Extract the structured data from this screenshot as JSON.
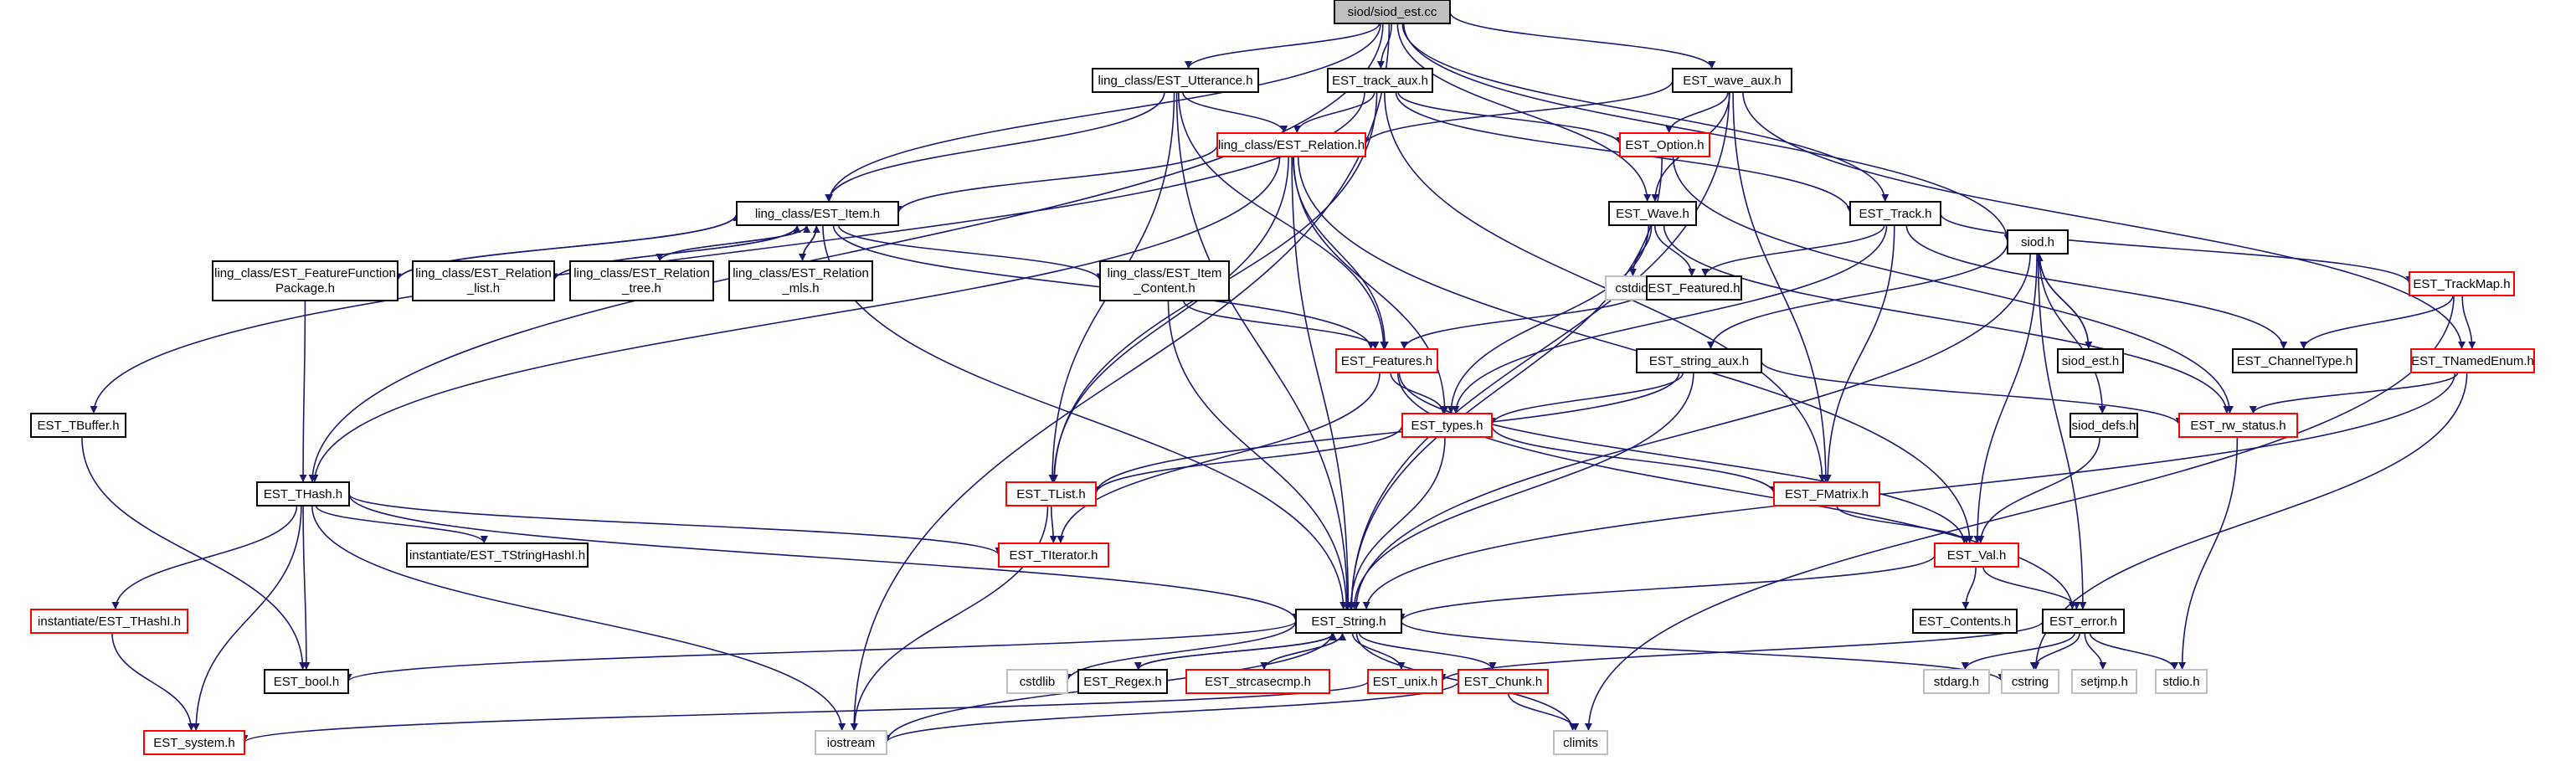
{
  "colors": {
    "edge": "#191970",
    "broken_link": "#ff0000",
    "system_header": "#bfbfbf",
    "root_fill": "#bfbfbf"
  },
  "nodes": [
    {
      "id": "root",
      "label": "siod/siod_est.cc",
      "kind": "root"
    },
    {
      "id": "utt",
      "label": "ling_class/EST_Utterance.h",
      "kind": "ok"
    },
    {
      "id": "trackaux",
      "label": "EST_track_aux.h",
      "kind": "ok"
    },
    {
      "id": "waveaux",
      "label": "EST_wave_aux.h",
      "kind": "ok"
    },
    {
      "id": "relation",
      "label": "ling_class/EST_Relation.h",
      "kind": "red"
    },
    {
      "id": "option",
      "label": "EST_Option.h",
      "kind": "red"
    },
    {
      "id": "item",
      "label": "ling_class/EST_Item.h",
      "kind": "ok"
    },
    {
      "id": "wave",
      "label": "EST_Wave.h",
      "kind": "ok"
    },
    {
      "id": "track",
      "label": "EST_Track.h",
      "kind": "ok"
    },
    {
      "id": "featfunc",
      "label": "ling_class/EST_FeatureFunction",
      "label2": "Package.h",
      "kind": "ok"
    },
    {
      "id": "rellist",
      "label": "ling_class/EST_Relation",
      "label2": "_list.h",
      "kind": "ok"
    },
    {
      "id": "reltree",
      "label": "ling_class/EST_Relation",
      "label2": "_tree.h",
      "kind": "ok"
    },
    {
      "id": "relmls",
      "label": "ling_class/EST_Relation",
      "label2": "_mls.h",
      "kind": "ok"
    },
    {
      "id": "itemcontent",
      "label": "ling_class/EST_Item",
      "label2": "_Content.h",
      "kind": "ok"
    },
    {
      "id": "cstdio",
      "label": "cstdio",
      "kind": "gray"
    },
    {
      "id": "featured",
      "label": "EST_Featured.h",
      "kind": "ok"
    },
    {
      "id": "siodh",
      "label": "siod.h",
      "kind": "ok"
    },
    {
      "id": "trackmap",
      "label": "EST_TrackMap.h",
      "kind": "red"
    },
    {
      "id": "siodest",
      "label": "siod_est.h",
      "kind": "ok"
    },
    {
      "id": "channeltype",
      "label": "EST_ChannelType.h",
      "kind": "ok"
    },
    {
      "id": "tnamedenum",
      "label": "EST_TNamedEnum.h",
      "kind": "red"
    },
    {
      "id": "features",
      "label": "EST_Features.h",
      "kind": "red"
    },
    {
      "id": "stringaux",
      "label": "EST_string_aux.h",
      "kind": "ok"
    },
    {
      "id": "tbuffer",
      "label": "EST_TBuffer.h",
      "kind": "ok"
    },
    {
      "id": "types",
      "label": "EST_types.h",
      "kind": "red"
    },
    {
      "id": "sioddefs",
      "label": "siod_defs.h",
      "kind": "ok"
    },
    {
      "id": "rwstatus",
      "label": "EST_rw_status.h",
      "kind": "red"
    },
    {
      "id": "thash",
      "label": "EST_THash.h",
      "kind": "ok"
    },
    {
      "id": "tlist",
      "label": "EST_TList.h",
      "kind": "red"
    },
    {
      "id": "fmatrix",
      "label": "EST_FMatrix.h",
      "kind": "red"
    },
    {
      "id": "tstringhash",
      "label": "instantiate/EST_TStringHashI.h",
      "kind": "ok"
    },
    {
      "id": "titerator",
      "label": "EST_TIterator.h",
      "kind": "red"
    },
    {
      "id": "val",
      "label": "EST_Val.h",
      "kind": "red"
    },
    {
      "id": "instthash",
      "label": "instantiate/EST_THashI.h",
      "kind": "red"
    },
    {
      "id": "string",
      "label": "EST_String.h",
      "kind": "ok"
    },
    {
      "id": "contents",
      "label": "EST_Contents.h",
      "kind": "ok"
    },
    {
      "id": "error",
      "label": "EST_error.h",
      "kind": "ok"
    },
    {
      "id": "bool",
      "label": "EST_bool.h",
      "kind": "ok"
    },
    {
      "id": "cstdlib",
      "label": "cstdlib",
      "kind": "gray"
    },
    {
      "id": "regex",
      "label": "EST_Regex.h",
      "kind": "ok"
    },
    {
      "id": "strcasecmp",
      "label": "EST_strcasecmp.h",
      "kind": "red"
    },
    {
      "id": "unix",
      "label": "EST_unix.h",
      "kind": "red"
    },
    {
      "id": "chunk",
      "label": "EST_Chunk.h",
      "kind": "red"
    },
    {
      "id": "stdarg",
      "label": "stdarg.h",
      "kind": "gray"
    },
    {
      "id": "cstring",
      "label": "cstring",
      "kind": "gray"
    },
    {
      "id": "setjmp",
      "label": "setjmp.h",
      "kind": "gray"
    },
    {
      "id": "stdio",
      "label": "stdio.h",
      "kind": "gray"
    },
    {
      "id": "system",
      "label": "EST_system.h",
      "kind": "red"
    },
    {
      "id": "iostream",
      "label": "iostream",
      "kind": "gray"
    },
    {
      "id": "climits",
      "label": "climits",
      "kind": "gray"
    }
  ],
  "edges": [
    [
      "root",
      "utt"
    ],
    [
      "root",
      "trackaux"
    ],
    [
      "root",
      "waveaux"
    ],
    [
      "root",
      "item"
    ],
    [
      "root",
      "wave"
    ],
    [
      "root",
      "track"
    ],
    [
      "root",
      "siodh"
    ],
    [
      "root",
      "thash"
    ],
    [
      "root",
      "iostream"
    ],
    [
      "utt",
      "relation"
    ],
    [
      "utt",
      "item"
    ],
    [
      "utt",
      "features"
    ],
    [
      "utt",
      "tlist"
    ],
    [
      "utt",
      "string"
    ],
    [
      "trackaux",
      "relation"
    ],
    [
      "trackaux",
      "option"
    ],
    [
      "trackaux",
      "track"
    ],
    [
      "trackaux",
      "fmatrix"
    ],
    [
      "trackaux",
      "tlist"
    ],
    [
      "trackaux",
      "tbuffer"
    ],
    [
      "waveaux",
      "relation"
    ],
    [
      "waveaux",
      "option"
    ],
    [
      "waveaux",
      "wave"
    ],
    [
      "waveaux",
      "tnamedenum"
    ],
    [
      "waveaux",
      "fmatrix"
    ],
    [
      "waveaux",
      "string"
    ],
    [
      "relation",
      "item"
    ],
    [
      "relation",
      "features"
    ],
    [
      "relation",
      "types"
    ],
    [
      "relation",
      "tlist"
    ],
    [
      "relation",
      "thash"
    ],
    [
      "relation",
      "string"
    ],
    [
      "relation",
      "val"
    ],
    [
      "option",
      "string"
    ],
    [
      "option",
      "rwstatus"
    ],
    [
      "item",
      "featfunc"
    ],
    [
      "item",
      "rellist"
    ],
    [
      "item",
      "reltree"
    ],
    [
      "item",
      "relmls"
    ],
    [
      "item",
      "itemcontent"
    ],
    [
      "item",
      "features"
    ],
    [
      "item",
      "string"
    ],
    [
      "featfunc",
      "item"
    ],
    [
      "rellist",
      "item"
    ],
    [
      "reltree",
      "item"
    ],
    [
      "relmls",
      "item"
    ],
    [
      "featfunc",
      "thash"
    ],
    [
      "itemcontent",
      "features"
    ],
    [
      "itemcontent",
      "string"
    ],
    [
      "wave",
      "cstdio"
    ],
    [
      "wave",
      "featured"
    ],
    [
      "wave",
      "types"
    ],
    [
      "wave",
      "rwstatus"
    ],
    [
      "track",
      "featured"
    ],
    [
      "track",
      "types"
    ],
    [
      "track",
      "fmatrix"
    ],
    [
      "track",
      "trackmap"
    ],
    [
      "track",
      "channeltype"
    ],
    [
      "featured",
      "features"
    ],
    [
      "siodh",
      "siodest"
    ],
    [
      "siodh",
      "sioddefs"
    ],
    [
      "siodh",
      "stringaux"
    ],
    [
      "siodh",
      "string"
    ],
    [
      "siodh",
      "val"
    ],
    [
      "siodh",
      "error"
    ],
    [
      "siodest",
      "siodh"
    ],
    [
      "trackmap",
      "channeltype"
    ],
    [
      "trackmap",
      "tnamedenum"
    ],
    [
      "trackmap",
      "climits"
    ],
    [
      "tnamedenum",
      "rwstatus"
    ],
    [
      "tnamedenum",
      "string"
    ],
    [
      "tnamedenum",
      "cstring"
    ],
    [
      "features",
      "types"
    ],
    [
      "features",
      "titerator"
    ],
    [
      "features",
      "val"
    ],
    [
      "features",
      "error"
    ],
    [
      "stringaux",
      "types"
    ],
    [
      "stringaux",
      "tlist"
    ],
    [
      "stringaux",
      "string"
    ],
    [
      "stringaux",
      "rwstatus"
    ],
    [
      "tbuffer",
      "bool"
    ],
    [
      "types",
      "tlist"
    ],
    [
      "types",
      "fmatrix"
    ],
    [
      "types",
      "string"
    ],
    [
      "sioddefs",
      "val"
    ],
    [
      "rwstatus",
      "stdio"
    ],
    [
      "thash",
      "tstringhash"
    ],
    [
      "thash",
      "instthash"
    ],
    [
      "thash",
      "bool"
    ],
    [
      "thash",
      "system"
    ],
    [
      "thash",
      "string"
    ],
    [
      "thash",
      "titerator"
    ],
    [
      "thash",
      "iostream"
    ],
    [
      "tlist",
      "titerator"
    ],
    [
      "tlist",
      "iostream"
    ],
    [
      "fmatrix",
      "val"
    ],
    [
      "instthash",
      "system"
    ],
    [
      "val",
      "contents"
    ],
    [
      "val",
      "error"
    ],
    [
      "val",
      "string"
    ],
    [
      "string",
      "bool"
    ],
    [
      "string",
      "cstdlib"
    ],
    [
      "string",
      "regex"
    ],
    [
      "string",
      "strcasecmp"
    ],
    [
      "string",
      "unix"
    ],
    [
      "string",
      "chunk"
    ],
    [
      "string",
      "cstring"
    ],
    [
      "string",
      "iostream"
    ],
    [
      "string",
      "climits"
    ],
    [
      "regex",
      "string"
    ],
    [
      "strcasecmp",
      "string"
    ],
    [
      "error",
      "stdarg"
    ],
    [
      "error",
      "setjmp"
    ],
    [
      "error",
      "stdio"
    ],
    [
      "error",
      "cstring"
    ],
    [
      "error",
      "unix"
    ],
    [
      "unix",
      "system"
    ],
    [
      "chunk",
      "iostream"
    ],
    [
      "chunk",
      "climits"
    ]
  ]
}
